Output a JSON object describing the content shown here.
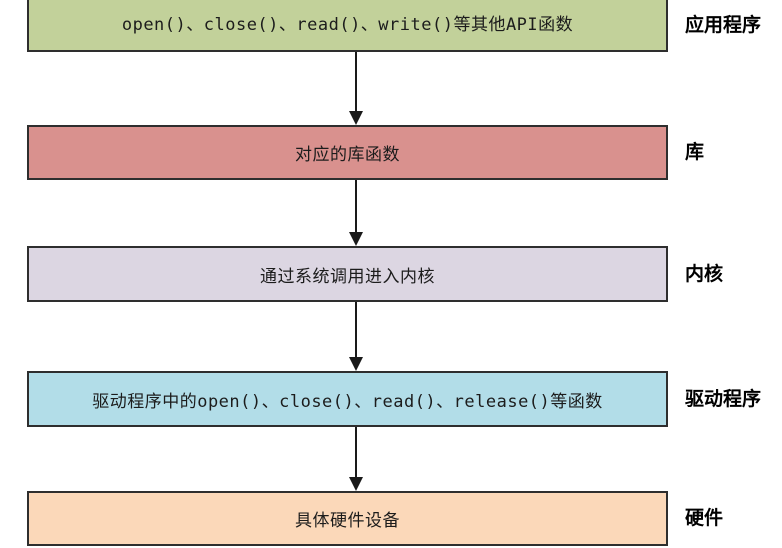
{
  "diagram": {
    "title": "linux-driver-call-flow",
    "border_color": "#2e2e2e",
    "arrow_color": "#1a1a1a",
    "rows": [
      {
        "box_text": "open()、close()、read()、write()等其他API函数",
        "label": "应用程序",
        "fill": "#c2d19a"
      },
      {
        "box_text": "对应的库函数",
        "label": "库",
        "fill": "#d9918e"
      },
      {
        "box_text": "通过系统调用进入内核",
        "label": "内核",
        "fill": "#dcd6e2"
      },
      {
        "box_text": "驱动程序中的open()、close()、read()、release()等函数",
        "label": "驱动程序",
        "fill": "#b2dde8"
      },
      {
        "box_text": "具体硬件设备",
        "label": "硬件",
        "fill": "#fbd8b9"
      }
    ]
  }
}
